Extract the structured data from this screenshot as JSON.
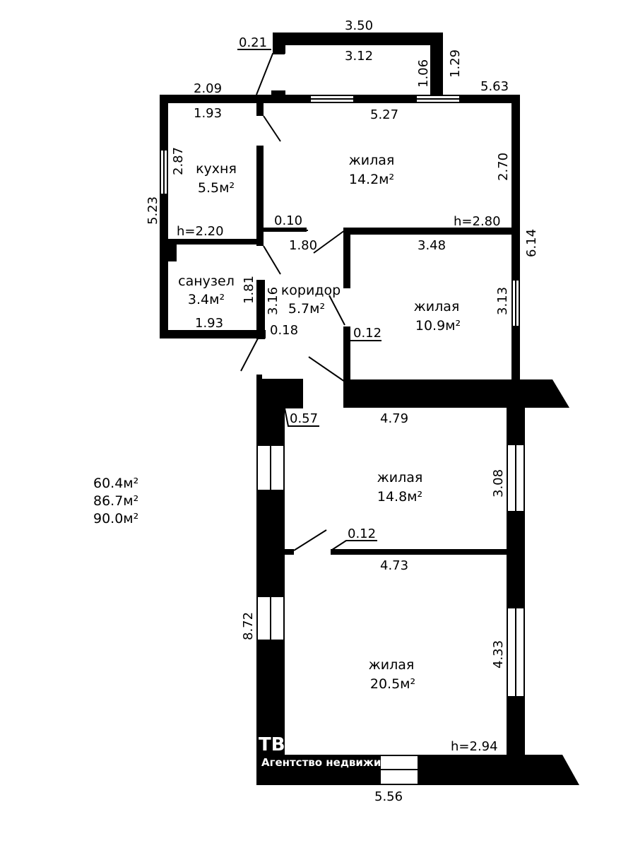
{
  "rooms": [
    {
      "name": "кухня",
      "area": "5.5м²"
    },
    {
      "name": "жилая",
      "area": "14.2м²"
    },
    {
      "name": "санузел",
      "area": "3.4м²"
    },
    {
      "name": "коридор",
      "area": "5.7м²"
    },
    {
      "name": "жилая",
      "area": "10.9м²"
    },
    {
      "name": "жилая",
      "area": "14.8м²"
    },
    {
      "name": "жилая",
      "area": "20.5м²"
    }
  ],
  "dimensions": [
    "3.50",
    "0.21",
    "3.12",
    "1.06",
    "1.29",
    "2.09",
    "5.63",
    "1.93",
    "5.27",
    "2.87",
    "2.70",
    "5.23",
    "0.10",
    "h=2.80",
    "h=2.20",
    "1.80",
    "3.48",
    "6.14",
    "1.81",
    "3.16",
    "3.13",
    "0.18",
    "0.12",
    "1.93",
    "0.57",
    "4.79",
    "3.08",
    "0.12",
    "4.73",
    "8.72",
    "4.33",
    "h=2.94",
    "5.56"
  ],
  "totals": [
    "60.4м²",
    "86.7м²",
    "90.0м²"
  ],
  "watermark": {
    "logo": "ТВ",
    "text": "Агентство недвижи"
  },
  "colors": {
    "wall": "#000000",
    "background": "#ffffff"
  }
}
